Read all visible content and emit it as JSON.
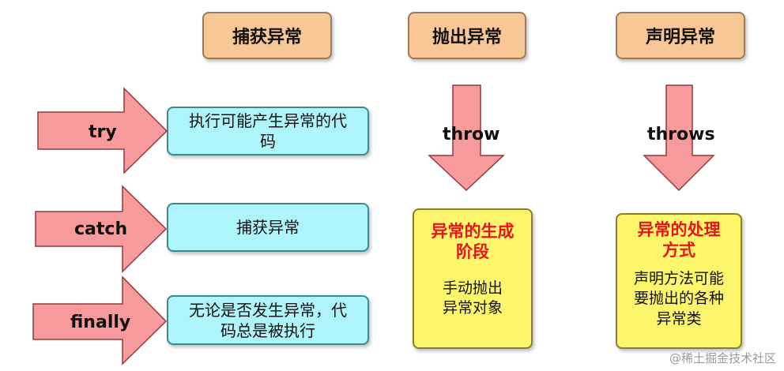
{
  "headers": {
    "catch_exception": "捕获异常",
    "throw_exception": "抛出异常",
    "declare_exception": "声明异常"
  },
  "left_column": [
    {
      "keyword": "try",
      "description": "执行可能产生异常的代码"
    },
    {
      "keyword": "catch",
      "description": "捕获异常"
    },
    {
      "keyword": "finally",
      "description": "无论是否发生异常，代码总是被执行"
    }
  ],
  "throw_column": {
    "keyword": "throw",
    "title": "异常的生成阶段",
    "body": "手动抛出异常对象"
  },
  "throws_column": {
    "keyword": "throws",
    "title": "异常的处理方式",
    "body": "声明方法可能要抛出的各种异常类"
  },
  "watermark": "@稀土掘金技术社区",
  "colors": {
    "header_fill": "#f8c796",
    "desc_fill": "#aef4fb",
    "arrow_fill": "#f79a9c",
    "note_fill": "#fdf56c",
    "note_title": "#e8141a"
  }
}
